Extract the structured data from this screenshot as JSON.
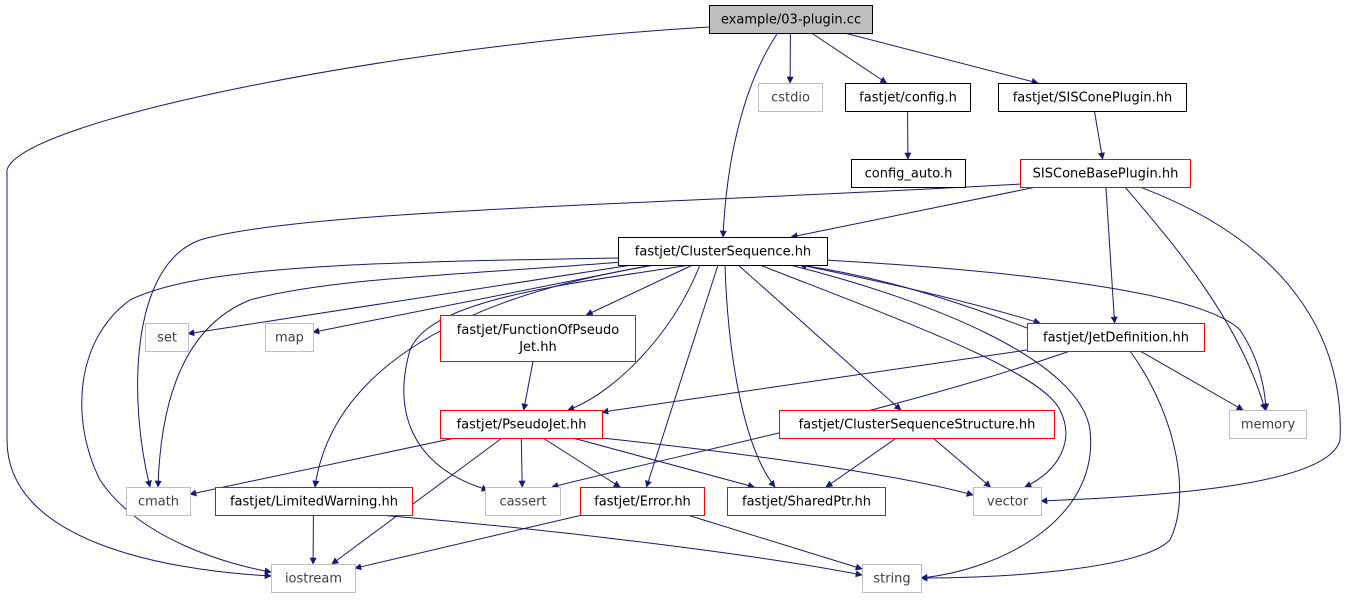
{
  "colors": {
    "edge": "#191970",
    "root_fill": "#bfbfbf",
    "documented_border": "#000000",
    "external_border": "#bfbfbf",
    "undocumented_border": "#ff0000",
    "external_text": "#404040"
  },
  "nodes": [
    {
      "id": "root",
      "label": "example/03-plugin.cc",
      "kind": "root"
    },
    {
      "id": "cstdio",
      "label": "cstdio",
      "kind": "external"
    },
    {
      "id": "config_h",
      "label": "fastjet/config.h",
      "kind": "documented"
    },
    {
      "id": "siscone_plugin",
      "label": "fastjet/SISConePlugin.hh",
      "kind": "documented"
    },
    {
      "id": "config_auto",
      "label": "config_auto.h",
      "kind": "documented"
    },
    {
      "id": "siscone_base",
      "label": "SISConeBasePlugin.hh",
      "kind": "undocumented"
    },
    {
      "id": "cluster_seq",
      "label": "fastjet/ClusterSequence.hh",
      "kind": "documented"
    },
    {
      "id": "set",
      "label": "set",
      "kind": "external"
    },
    {
      "id": "map",
      "label": "map",
      "kind": "external"
    },
    {
      "id": "func_pj",
      "label": [
        "fastjet/FunctionOfPseudo",
        "Jet.hh"
      ],
      "kind": "undocumented"
    },
    {
      "id": "jet_def",
      "label": "fastjet/JetDefinition.hh",
      "kind": "undocumented"
    },
    {
      "id": "pseudojet",
      "label": "fastjet/PseudoJet.hh",
      "kind": "undocumented"
    },
    {
      "id": "cs_structure",
      "label": "fastjet/ClusterSequenceStructure.hh",
      "kind": "undocumented"
    },
    {
      "id": "memory",
      "label": "memory",
      "kind": "external"
    },
    {
      "id": "cmath",
      "label": "cmath",
      "kind": "external"
    },
    {
      "id": "limited_warning",
      "label": "fastjet/LimitedWarning.hh",
      "kind": "undocumented"
    },
    {
      "id": "cassert",
      "label": "cassert",
      "kind": "external"
    },
    {
      "id": "error",
      "label": "fastjet/Error.hh",
      "kind": "undocumented"
    },
    {
      "id": "shared_ptr",
      "label": "fastjet/SharedPtr.hh",
      "kind": "undocumented"
    },
    {
      "id": "vector",
      "label": "vector",
      "kind": "external"
    },
    {
      "id": "iostream",
      "label": "iostream",
      "kind": "external"
    },
    {
      "id": "string",
      "label": "string",
      "kind": "external"
    }
  ],
  "edges": [
    {
      "from": "root",
      "to": "iostream"
    },
    {
      "from": "root",
      "to": "cstdio"
    },
    {
      "from": "root",
      "to": "cluster_seq"
    },
    {
      "from": "root",
      "to": "config_h"
    },
    {
      "from": "root",
      "to": "siscone_plugin"
    },
    {
      "from": "config_h",
      "to": "config_auto"
    },
    {
      "from": "siscone_plugin",
      "to": "siscone_base"
    },
    {
      "from": "siscone_base",
      "to": "cluster_seq"
    },
    {
      "from": "siscone_base",
      "to": "cmath"
    },
    {
      "from": "siscone_base",
      "to": "jet_def"
    },
    {
      "from": "siscone_base",
      "to": "memory"
    },
    {
      "from": "siscone_base",
      "to": "vector"
    },
    {
      "from": "cluster_seq",
      "to": "set"
    },
    {
      "from": "cluster_seq",
      "to": "map"
    },
    {
      "from": "cluster_seq",
      "to": "cmath"
    },
    {
      "from": "cluster_seq",
      "to": "iostream"
    },
    {
      "from": "cluster_seq",
      "to": "func_pj"
    },
    {
      "from": "cluster_seq",
      "to": "pseudojet"
    },
    {
      "from": "cluster_seq",
      "to": "limited_warning"
    },
    {
      "from": "cluster_seq",
      "to": "cassert"
    },
    {
      "from": "cluster_seq",
      "to": "error"
    },
    {
      "from": "cluster_seq",
      "to": "shared_ptr"
    },
    {
      "from": "cluster_seq",
      "to": "cs_structure"
    },
    {
      "from": "cluster_seq",
      "to": "vector"
    },
    {
      "from": "cluster_seq",
      "to": "string"
    },
    {
      "from": "cluster_seq",
      "to": "memory"
    },
    {
      "from": "cluster_seq",
      "to": "jet_def"
    },
    {
      "from": "jet_def",
      "to": "cluster_seq"
    },
    {
      "from": "jet_def",
      "to": "pseudojet"
    },
    {
      "from": "jet_def",
      "to": "cassert"
    },
    {
      "from": "jet_def",
      "to": "memory"
    },
    {
      "from": "jet_def",
      "to": "string"
    },
    {
      "from": "func_pj",
      "to": "pseudojet"
    },
    {
      "from": "pseudojet",
      "to": "cmath"
    },
    {
      "from": "pseudojet",
      "to": "iostream"
    },
    {
      "from": "pseudojet",
      "to": "cassert"
    },
    {
      "from": "pseudojet",
      "to": "error"
    },
    {
      "from": "pseudojet",
      "to": "shared_ptr"
    },
    {
      "from": "pseudojet",
      "to": "vector"
    },
    {
      "from": "cs_structure",
      "to": "shared_ptr"
    },
    {
      "from": "cs_structure",
      "to": "vector"
    },
    {
      "from": "limited_warning",
      "to": "iostream"
    },
    {
      "from": "limited_warning",
      "to": "string"
    },
    {
      "from": "error",
      "to": "iostream"
    },
    {
      "from": "error",
      "to": "string"
    }
  ]
}
